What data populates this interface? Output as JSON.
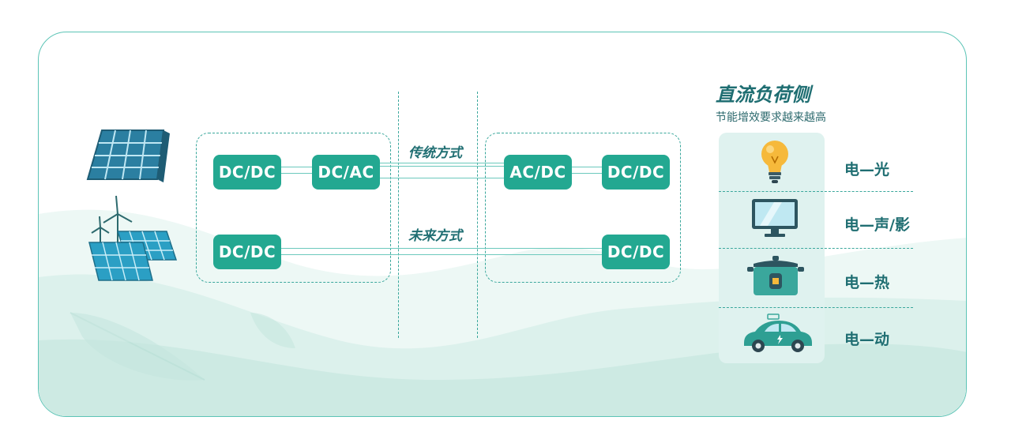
{
  "converters": {
    "left_top_1": "DC/DC",
    "left_top_2": "DC/AC",
    "left_bottom": "DC/DC",
    "right_top_1": "AC/DC",
    "right_top_2": "DC/DC",
    "right_bottom": "DC/DC"
  },
  "modes": {
    "traditional": "传统方式",
    "future": "未来方式"
  },
  "load_side": {
    "title": "直流负荷侧",
    "subtitle": "节能增效要求越来越高",
    "items": [
      {
        "label": "电—光",
        "icon": "light-bulb-icon"
      },
      {
        "label": "电—声/影",
        "icon": "monitor-icon"
      },
      {
        "label": "电—热",
        "icon": "rice-cooker-icon"
      },
      {
        "label": "电—动",
        "icon": "electric-car-icon"
      }
    ]
  },
  "sources": {
    "icons": [
      "solar-panel-icon",
      "wind-turbine-icon",
      "solar-array-icon"
    ]
  },
  "colors": {
    "accent": "#23a891",
    "dark_text": "#1f6e72",
    "line": "#6cc9bd",
    "border": "#5cc4b6"
  }
}
